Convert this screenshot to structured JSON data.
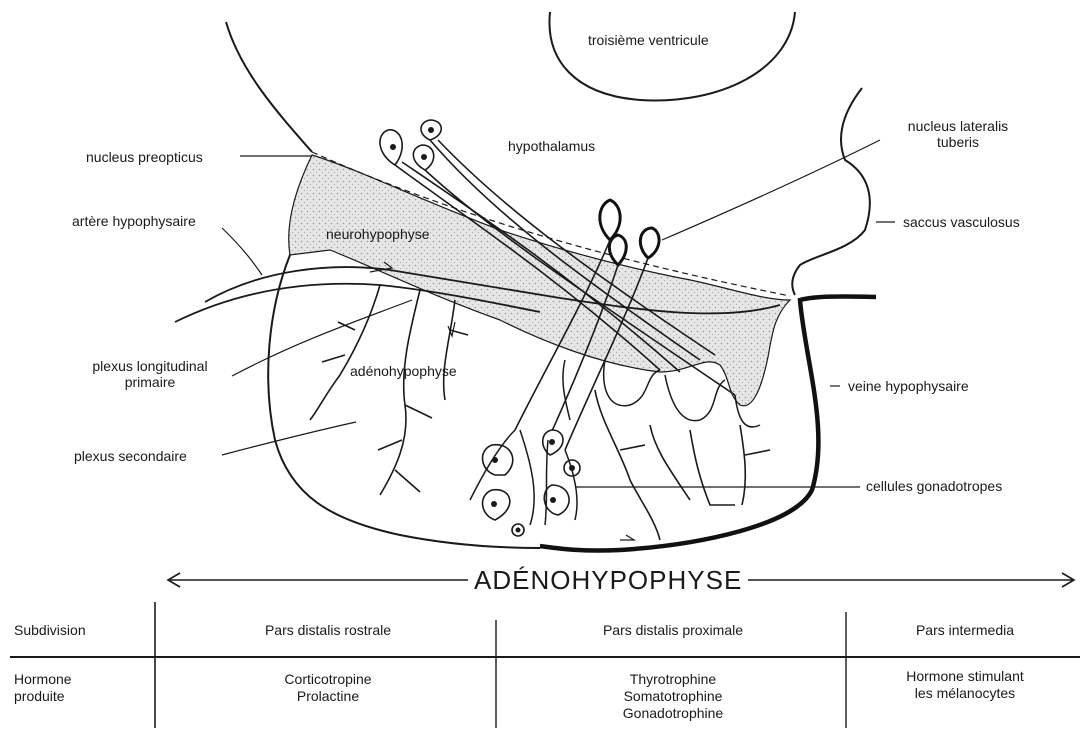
{
  "labels": {
    "troisieme_ventricule": "troisième ventricule",
    "hypothalamus": "hypothalamus",
    "nucleus_preopticus": "nucleus preopticus",
    "nucleus_lateralis": "nucleus lateralis",
    "tuberis": "tuberis",
    "saccus_vasculosus": "saccus vasculosus",
    "artere_hypophysaire": "artère hypophysaire",
    "neurohypophyse": "neurohypophyse",
    "plexus_longitudinal_line1": "plexus longitudinal",
    "plexus_longitudinal_line2": "primaire",
    "adenohypophyse_small": "adénohypophyse",
    "veine_hypophysaire": "veine hypophysaire",
    "plexus_secondaire": "plexus secondaire",
    "cellules_gonadotropes": "cellules gonadotropes"
  },
  "axis_title": "ADÉNOHYPOPHYSE",
  "table": {
    "header": {
      "row_label": "Subdivision",
      "columns": [
        "Pars distalis rostrale",
        "Pars distalis proximale",
        "Pars intermedia"
      ]
    },
    "row": {
      "label_line1": "Hormone",
      "label_line2": "produite",
      "col1": [
        "Corticotropine",
        "Prolactine"
      ],
      "col2": [
        "Thyrotrophine",
        "Somatotrophine",
        "Gonadotrophine"
      ],
      "col3": [
        "Hormone stimulant",
        "les mélanocytes"
      ]
    }
  }
}
